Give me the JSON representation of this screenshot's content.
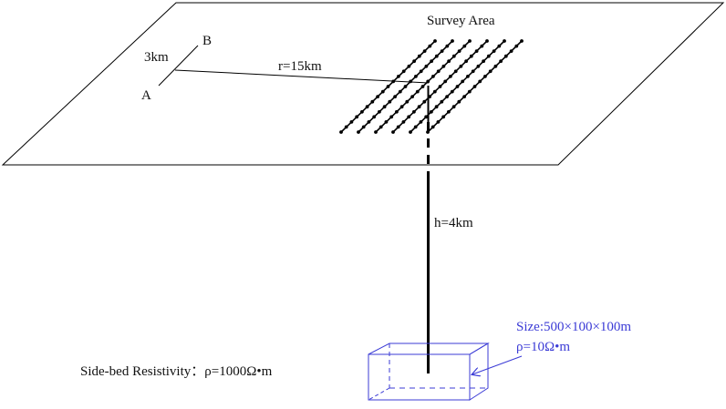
{
  "labels": {
    "survey_area": "Survey Area",
    "point_a": "A",
    "point_b": "B",
    "ab_length": "3km",
    "offset": "r=15km",
    "depth": "h=4km",
    "target_size": "Size:500×100×100m",
    "target_resistivity": "ρ=10Ω•m",
    "sidebed_resistivity": "Side-bed Resistivity：ρ=1000Ω•m"
  },
  "survey_lines_count": 6,
  "colors": {
    "line": "#000000",
    "target": "#3b3bd6",
    "text": "#111111"
  }
}
